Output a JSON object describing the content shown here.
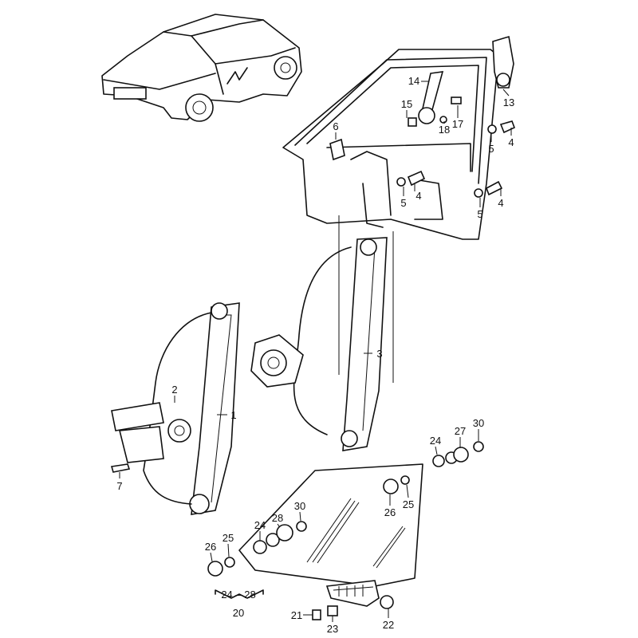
{
  "diagram": {
    "title": "Front door window regulator and glass - exploded parts diagram",
    "callouts": {
      "c13": "13",
      "c14": "14",
      "c15": "15",
      "c17": "17",
      "c18": "18",
      "c6": "6",
      "c4a": "4",
      "c5a": "5",
      "c4b": "4",
      "c5b": "5",
      "c4c": "4",
      "c5c": "5",
      "c3": "3",
      "c2": "2",
      "c1": "1",
      "c7": "7",
      "c24a": "24",
      "c27": "27",
      "c30a": "30",
      "c26a": "26",
      "c25a": "25",
      "c30b": "30",
      "c28": "28",
      "c24b": "24",
      "c25b": "25",
      "c26b": "26",
      "c24_28": "24 – 28",
      "c20": "20",
      "c21": "21",
      "c23": "23",
      "c22": "22"
    }
  }
}
